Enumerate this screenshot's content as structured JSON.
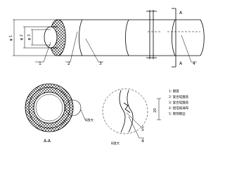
{
  "labels": {
    "dim_phi1": "φ 1",
    "dim_phi2": "φ 2",
    "dim_phi3": "φ 3",
    "part_1": "1",
    "part_2": "2",
    "part_3": "3",
    "part_4": "4",
    "part_5": "5",
    "section_marker_top": "A",
    "section_marker_bottom": "A",
    "section_title": "A-A",
    "detail_ref": "B放大",
    "detail_title": "B放大",
    "detail_dim": "20"
  },
  "legend": [
    {
      "num": "1",
      "text": "1: 钢管"
    },
    {
      "num": "2",
      "text": "2: 复合硅酸盐"
    },
    {
      "num": "3",
      "text": "3: 复合硅酸盐"
    },
    {
      "num": "4",
      "text": "4: 铝箔玻璃布"
    },
    {
      "num": "5",
      "text": "5: 镀锌钢丝"
    }
  ]
}
